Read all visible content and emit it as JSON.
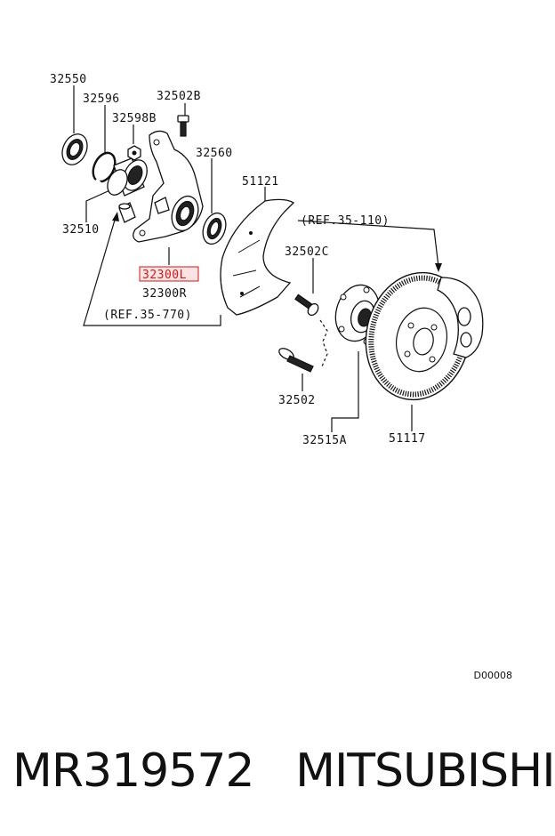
{
  "labels": {
    "p32550": "32550",
    "p32596": "32596",
    "p32502B": "32502B",
    "p32598B": "32598B",
    "p32560": "32560",
    "p51121": "51121",
    "ref35_110": "(REF.35-110)",
    "p32510": "32510",
    "p32502C": "32502C",
    "p32300L": "32300L",
    "p32300R": "32300R",
    "ref35_770": "(REF.35-770)",
    "p32502": "32502",
    "p32515A": "32515A",
    "p51117": "51117"
  },
  "diagram_code": "D00008",
  "caption": "MR319572   MITSUBISHI",
  "colors": {
    "highlight": "#cc1a1a",
    "ink": "#111111"
  }
}
